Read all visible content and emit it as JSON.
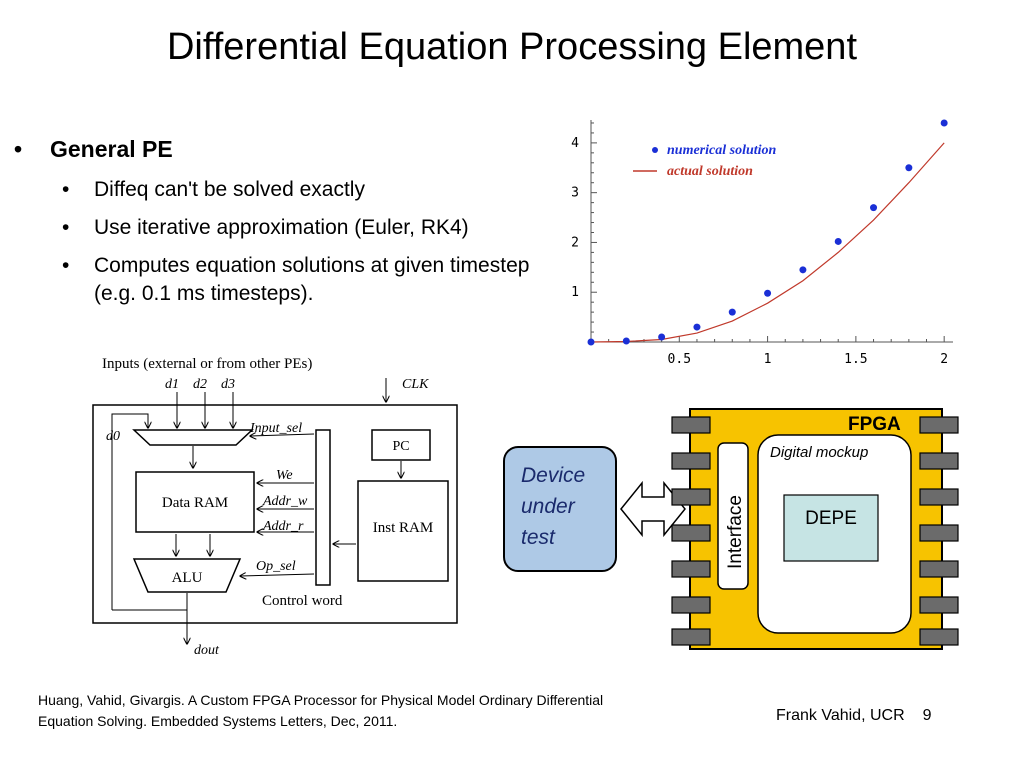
{
  "title": "Differential Equation Processing Element",
  "bullets": {
    "main": "General PE",
    "subs": [
      "Diffeq can't be solved exactly",
      "Use iterative approximation (Euler, RK4)",
      "Computes equation solutions at given timestep (e.g. 0.1 ms timesteps)."
    ]
  },
  "chart_data": {
    "type": "scatter",
    "legend": {
      "numerical": "numerical solution",
      "actual": "actual solution",
      "placement": "top-left"
    },
    "x_ticks": [
      "0.5",
      "1",
      "1.5",
      "2"
    ],
    "y_ticks": [
      "1",
      "2",
      "3",
      "4"
    ],
    "xlim": [
      0,
      2.05
    ],
    "ylim": [
      0,
      4.5
    ],
    "series": [
      {
        "name": "numerical solution",
        "kind": "points",
        "color": "#1a2fd6",
        "x": [
          0,
          0.2,
          0.4,
          0.6,
          0.8,
          1.0,
          1.2,
          1.4,
          1.6,
          1.8,
          2.0
        ],
        "y": [
          0,
          0.02,
          0.1,
          0.3,
          0.6,
          0.98,
          1.45,
          2.02,
          2.7,
          3.5,
          4.4
        ]
      },
      {
        "name": "actual solution",
        "kind": "line",
        "color": "#c0392b",
        "x": [
          0,
          0.2,
          0.4,
          0.6,
          0.8,
          1.0,
          1.2,
          1.4,
          1.6,
          1.8,
          2.0
        ],
        "y": [
          0,
          0.01,
          0.05,
          0.18,
          0.42,
          0.78,
          1.23,
          1.8,
          2.45,
          3.2,
          4.0
        ]
      }
    ]
  },
  "pe_diagram": {
    "inputs_label": "Inputs (external or from other PEs)",
    "d0": "d0",
    "d1": "d1",
    "d2": "d2",
    "d3": "d3",
    "clk": "CLK",
    "input_sel": "Input_sel",
    "we": "We",
    "addr_w": "Addr_w",
    "addr_r": "Addr_r",
    "op_sel": "Op_sel",
    "data_ram": "Data RAM",
    "alu": "ALU",
    "pc": "PC",
    "inst_ram": "Inst RAM",
    "control_word": "Control word",
    "dout": "dout"
  },
  "fpga": {
    "label": "FPGA",
    "mockup": "Digital mockup",
    "interface": "Interface",
    "depe": "DEPE",
    "dut": "Device under test",
    "colors": {
      "chip": "#f7c300",
      "pin": "#6b6b6b",
      "dut": "#aec9e6",
      "depe": "#c6e4e4"
    }
  },
  "citation": "Huang, Vahid, Givargis. A Custom FPGA Processor for Physical Model Ordinary Differential Equation Solving. Embedded Systems Letters, Dec, 2011.",
  "footer": {
    "author": "Frank Vahid, UCR",
    "page": "9"
  }
}
